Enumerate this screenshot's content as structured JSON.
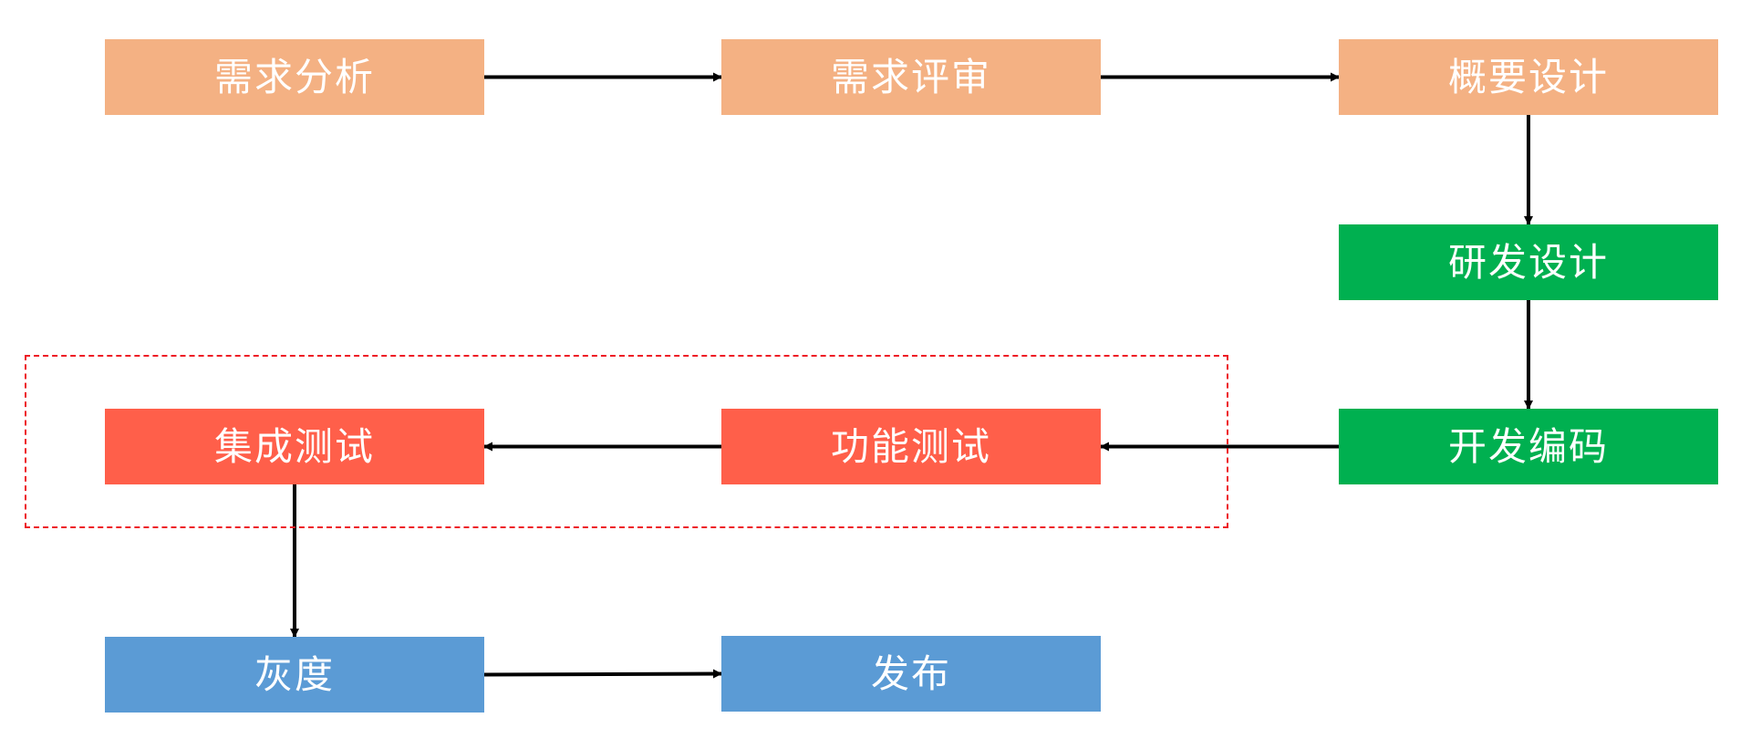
{
  "colors": {
    "requirements": "#f4b183",
    "development": "#00b050",
    "testing": "#ff5f4a",
    "release": "#5b9bd5",
    "group_border": "#ee1c25",
    "arrow": "#000000"
  },
  "nodes": {
    "xqfx": {
      "label": "需求分析",
      "stage": "requirements"
    },
    "xqps": {
      "label": "需求评审",
      "stage": "requirements"
    },
    "gysj": {
      "label": "概要设计",
      "stage": "requirements"
    },
    "yfsj": {
      "label": "研发设计",
      "stage": "development"
    },
    "kfbm": {
      "label": "开发编码",
      "stage": "development"
    },
    "gncs": {
      "label": "功能测试",
      "stage": "testing"
    },
    "jccs": {
      "label": "集成测试",
      "stage": "testing"
    },
    "hd": {
      "label": "灰度",
      "stage": "release"
    },
    "fb": {
      "label": "发布",
      "stage": "release"
    }
  },
  "edges": [
    {
      "from": "xqfx",
      "to": "xqps"
    },
    {
      "from": "xqps",
      "to": "gysj"
    },
    {
      "from": "gysj",
      "to": "yfsj"
    },
    {
      "from": "yfsj",
      "to": "kfbm"
    },
    {
      "from": "kfbm",
      "to": "gncs"
    },
    {
      "from": "gncs",
      "to": "jccs"
    },
    {
      "from": "jccs",
      "to": "hd"
    },
    {
      "from": "hd",
      "to": "fb"
    }
  ],
  "groups": [
    {
      "contains": [
        "gncs",
        "jccs"
      ],
      "style": "dashed"
    }
  ]
}
